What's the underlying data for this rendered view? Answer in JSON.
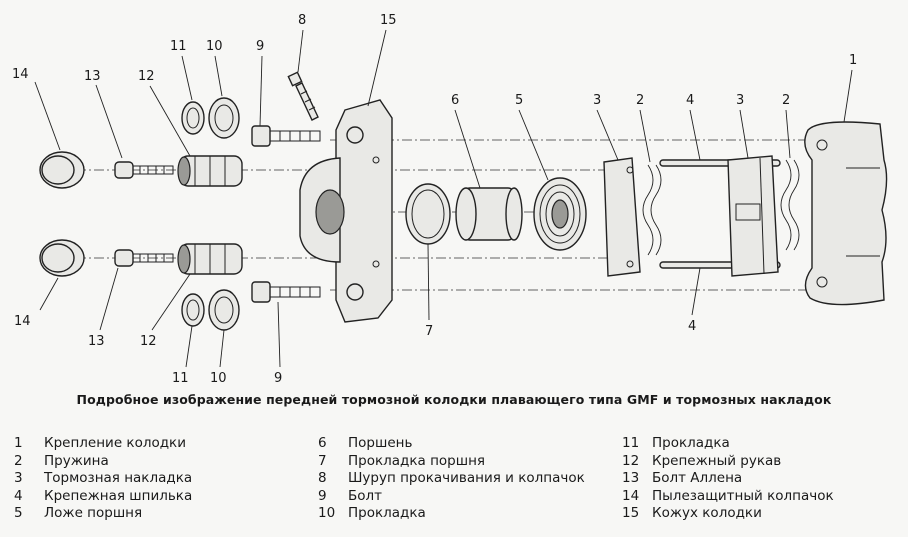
{
  "callouts": [
    "1",
    "2",
    "2",
    "3",
    "3",
    "4",
    "4",
    "5",
    "6",
    "7",
    "8",
    "9",
    "9",
    "10",
    "10",
    "11",
    "11",
    "12",
    "12",
    "13",
    "13",
    "14",
    "14",
    "15"
  ],
  "caption": "Подробное изображение передней тормозной колодки плавающего типа GMF и тормозных накладок",
  "legend": {
    "col1": [
      {
        "num": "1",
        "label": "Крепление колодки"
      },
      {
        "num": "2",
        "label": "Пружина"
      },
      {
        "num": "3",
        "label": "Тормозная накладка"
      },
      {
        "num": "4",
        "label": "Крепежная шпилька"
      },
      {
        "num": "5",
        "label": "Ложе поршня"
      }
    ],
    "col2": [
      {
        "num": "6",
        "label": "Поршень"
      },
      {
        "num": "7",
        "label": "Прокладка поршня"
      },
      {
        "num": "8",
        "label": "Шуруп прокачивания и колпачок"
      },
      {
        "num": "9",
        "label": "Болт"
      },
      {
        "num": "10",
        "label": "Прокладка"
      }
    ],
    "col3": [
      {
        "num": "11",
        "label": "Прокладка"
      },
      {
        "num": "12",
        "label": "Крепежный рукав"
      },
      {
        "num": "13",
        "label": "Болт Аллена"
      },
      {
        "num": "14",
        "label": "Пылезащитный колпачок"
      },
      {
        "num": "15",
        "label": "Кожух колодки"
      }
    ]
  }
}
